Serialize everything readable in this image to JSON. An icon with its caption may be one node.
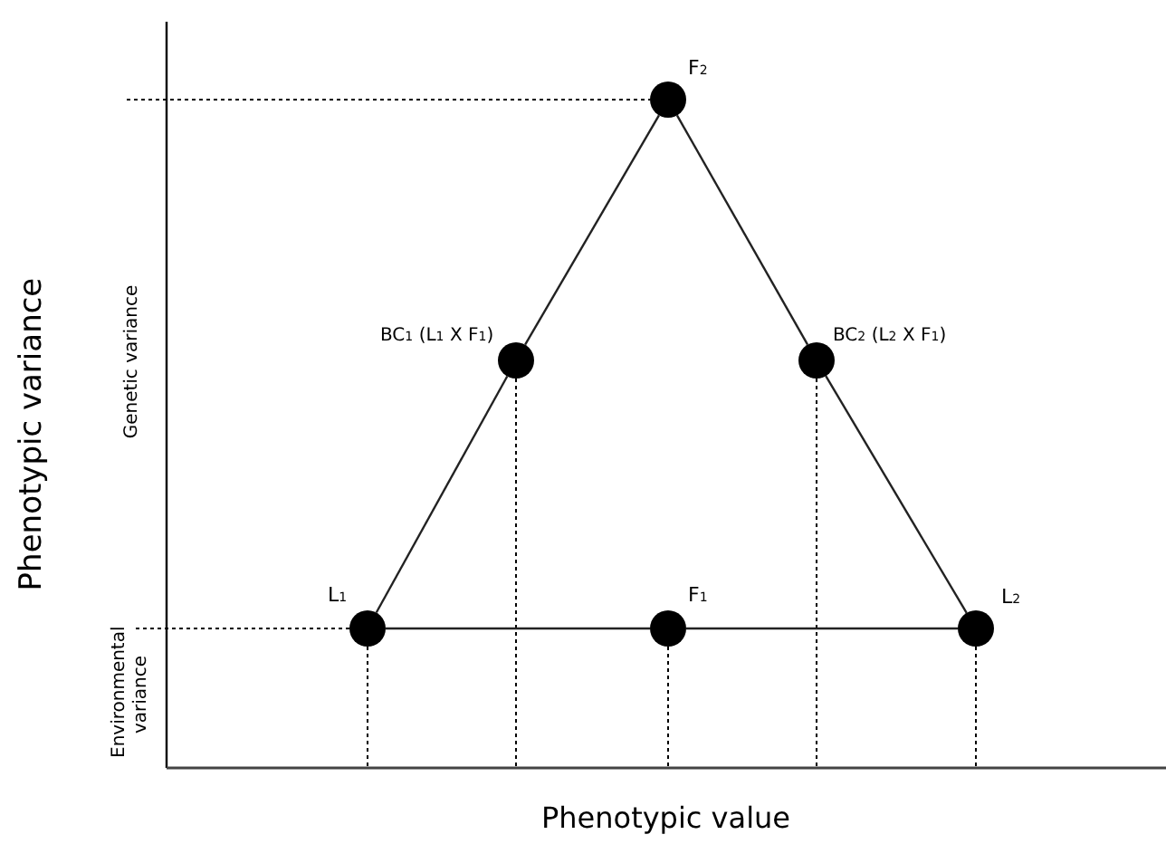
{
  "diagram": {
    "nodes": [
      {
        "text": [
          "F$_{2}$"
        ]
      },
      {
        "text": [
          "BC$_{1}$ (L$_{1}$ X F$_{1}$)"
        ]
      },
      {
        "text": [
          "BC$_{2}$ (L$_{2}$ X F$_{1}$)"
        ]
      },
      {
        "text": [
          "L$_{1}$"
        ]
      },
      {
        "text": [
          "F$_{1}$"
        ]
      },
      {
        "text": [
          "L$_{2}$"
        ]
      }
    ],
    "edges": [
      {
        "from": 3,
        "to": 1,
        "arrow": "none"
      },
      {
        "from": 1,
        "to": 0,
        "arrow": "none"
      },
      {
        "from": 0,
        "to": 2,
        "arrow": "none"
      },
      {
        "from": 2,
        "to": 5,
        "arrow": "none"
      },
      {
        "from": 3,
        "to": 4,
        "arrow": "none"
      },
      {
        "from": 4,
        "to": 5,
        "arrow": "none"
      }
    ],
    "labels": [
      "Phenotypic variance",
      "Genetic variance",
      "Environmental variance",
      "Phenotypic value"
    ]
  }
}
